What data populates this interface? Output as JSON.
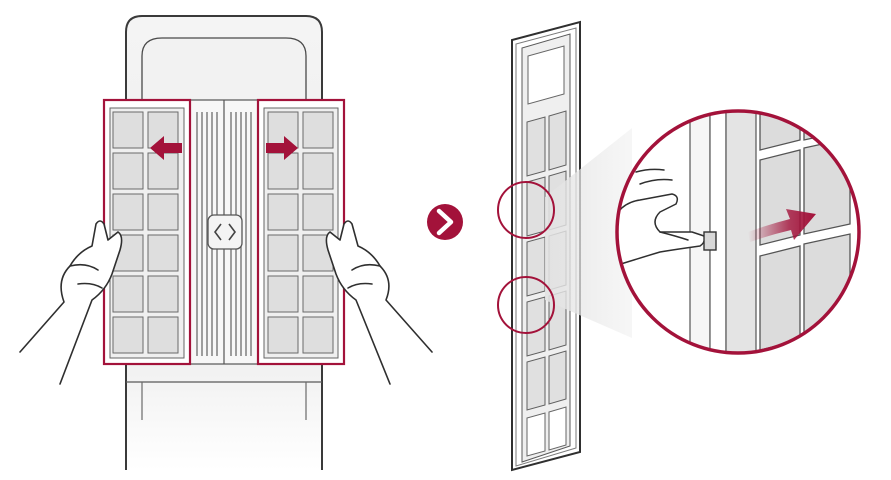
{
  "illustration": {
    "steps": [
      {
        "id": "step-1",
        "description_icon": "filter-removal-hands"
      },
      {
        "id": "step-2",
        "description_icon": "filter-clip-release"
      }
    ],
    "next_step_icon": "chevron-right-icon",
    "colors": {
      "accent": "#a3123a",
      "line": "#3a3a3a",
      "panel": "#eeeeee",
      "panel_dark": "#d9d9d9",
      "cell": "#e3e3e3",
      "background": "#ffffff"
    }
  }
}
